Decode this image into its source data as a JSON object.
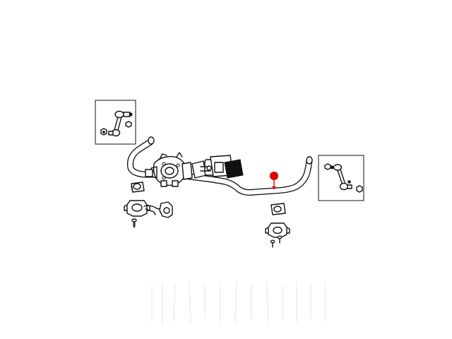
{
  "diagram": {
    "callout": {
      "color": "#e00000",
      "target": "stabilizer-bar"
    },
    "parts": [
      "stabilizer-bar",
      "actuator-motor",
      "electrical-connector",
      "sway-bar-link-left",
      "sway-bar-link-right",
      "bushing-left",
      "bushing-right",
      "retainer-clamp-left",
      "retainer-clamp-right",
      "wiring-bracket",
      "mounting-bolt-left",
      "mounting-bolt-right"
    ],
    "colors": {
      "line": "#111111",
      "background": "#ffffff"
    }
  }
}
